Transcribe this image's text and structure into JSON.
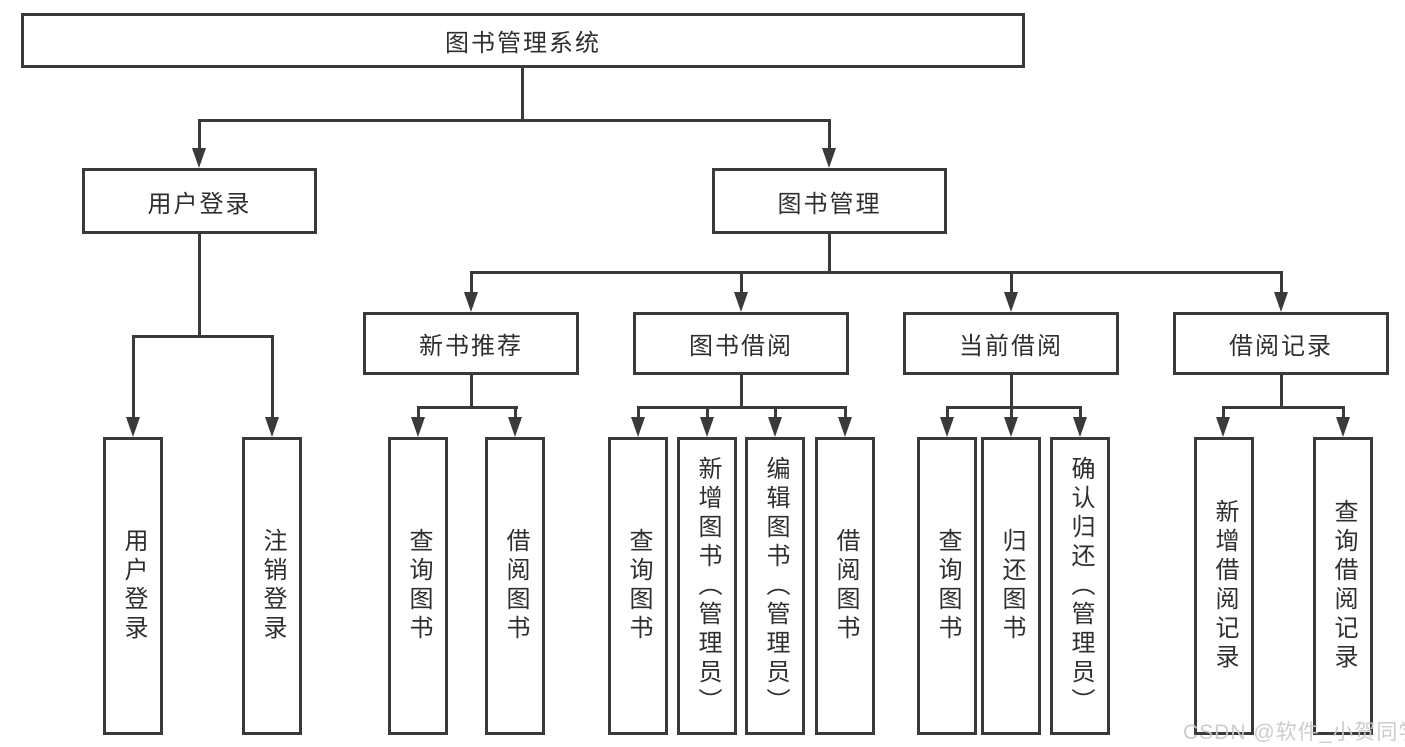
{
  "diagram_title": "图书管理系统",
  "colors": {
    "line": "#3a3a3a",
    "node_border": "#3a3a3a",
    "node_text": "#2f2f2f",
    "background": "#ffffff",
    "watermark": "#c9c9cd"
  },
  "tree": {
    "root": {
      "label": "图书管理系统",
      "children": [
        {
          "label": "用户登录",
          "children": [
            {
              "label": "用户登录"
            },
            {
              "label": "注销登录"
            }
          ]
        },
        {
          "label": "图书管理",
          "children": [
            {
              "label": "新书推荐",
              "children": [
                {
                  "label": "查询图书"
                },
                {
                  "label": "借阅图书"
                }
              ]
            },
            {
              "label": "图书借阅",
              "children": [
                {
                  "label": "查询图书"
                },
                {
                  "label": "新增图书（管理员）"
                },
                {
                  "label": "编辑图书（管理员）"
                },
                {
                  "label": "借阅图书"
                }
              ]
            },
            {
              "label": "当前借阅",
              "children": [
                {
                  "label": "查询图书"
                },
                {
                  "label": "归还图书"
                },
                {
                  "label": "确认归还（管理员）"
                }
              ]
            },
            {
              "label": "借阅记录",
              "children": [
                {
                  "label": "新增借阅记录"
                },
                {
                  "label": "查询借阅记录"
                }
              ]
            }
          ]
        }
      ]
    }
  },
  "watermark": {
    "text": "CSDN @软件_小贺同学"
  }
}
